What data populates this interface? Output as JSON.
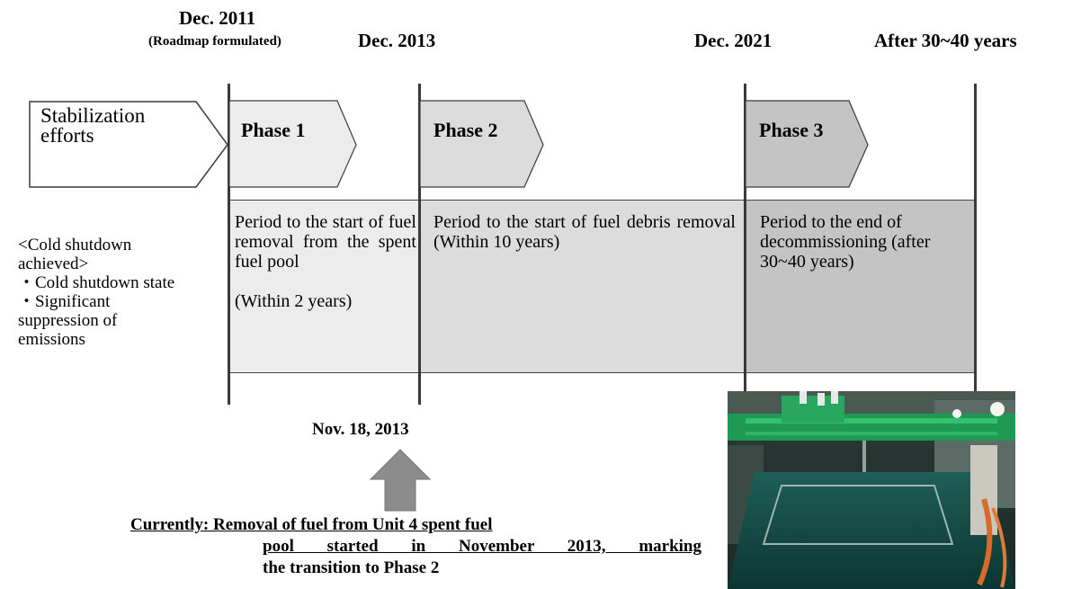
{
  "milestones": [
    {
      "label": "Dec. 2011",
      "note": "(Roadmap formulated)"
    },
    {
      "label": "Dec. 2013"
    },
    {
      "label": "Dec. 2021"
    },
    {
      "label": "After 30~40 years"
    }
  ],
  "stabilization": {
    "line1": "Stabilization",
    "line2": "efforts"
  },
  "phases": [
    {
      "label": "Phase 1",
      "fill": "#ececec",
      "description": "Period to the start of fuel removal from the spent fuel pool",
      "sub": "(Within 2 years)"
    },
    {
      "label": "Phase 2",
      "fill": "#dcdcdc",
      "description": "Period to the start of fuel debris removal (Within 10 years)"
    },
    {
      "label": "Phase 3",
      "fill": "#c4c4c4",
      "description": "Period to the end of decommissioning (after 30~40 years)"
    }
  ],
  "cold_shutdown": {
    "title": "<Cold shutdown achieved>",
    "items": [
      "・Cold shutdown state",
      "・Significant suppression of emissions"
    ]
  },
  "current": {
    "date": "Nov. 18, 2013",
    "line1": "Currently: Removal of fuel from Unit 4 spent fuel",
    "line2": "pool started in November 2013, marking",
    "line3": "the transition to Phase 2"
  },
  "colors": {
    "arrow": "#8c8c8c",
    "lines": "#3a3a3a",
    "photo_green": "#1f9a55",
    "photo_water": "#124a44"
  }
}
